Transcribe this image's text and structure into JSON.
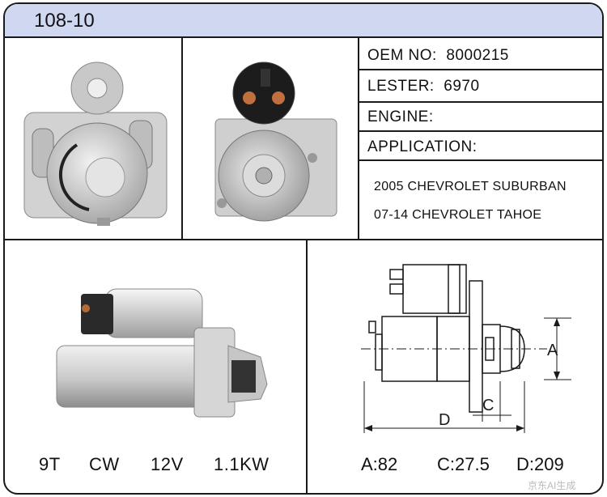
{
  "header": {
    "title": "108-10"
  },
  "specs": {
    "oem_label": "OEM NO:",
    "oem_value": "8000215",
    "lester_label": "LESTER:",
    "lester_value": "6970",
    "engine_label": "ENGINE:",
    "application_label": "APPLICATION:",
    "applications": [
      "2005 CHEVROLET SUBURBAN",
      "07-14 CHEVROLET TAHOE"
    ]
  },
  "bottom_specs": {
    "teeth": "9T",
    "rotation": "CW",
    "voltage": "12V",
    "power": "1.1KW"
  },
  "diagram": {
    "label_a": "A",
    "label_c": "C",
    "label_d": "D",
    "dim_a": "A:82",
    "dim_c": "C:27.5",
    "dim_d": "D:209"
  },
  "watermark": "京东AI生成"
}
